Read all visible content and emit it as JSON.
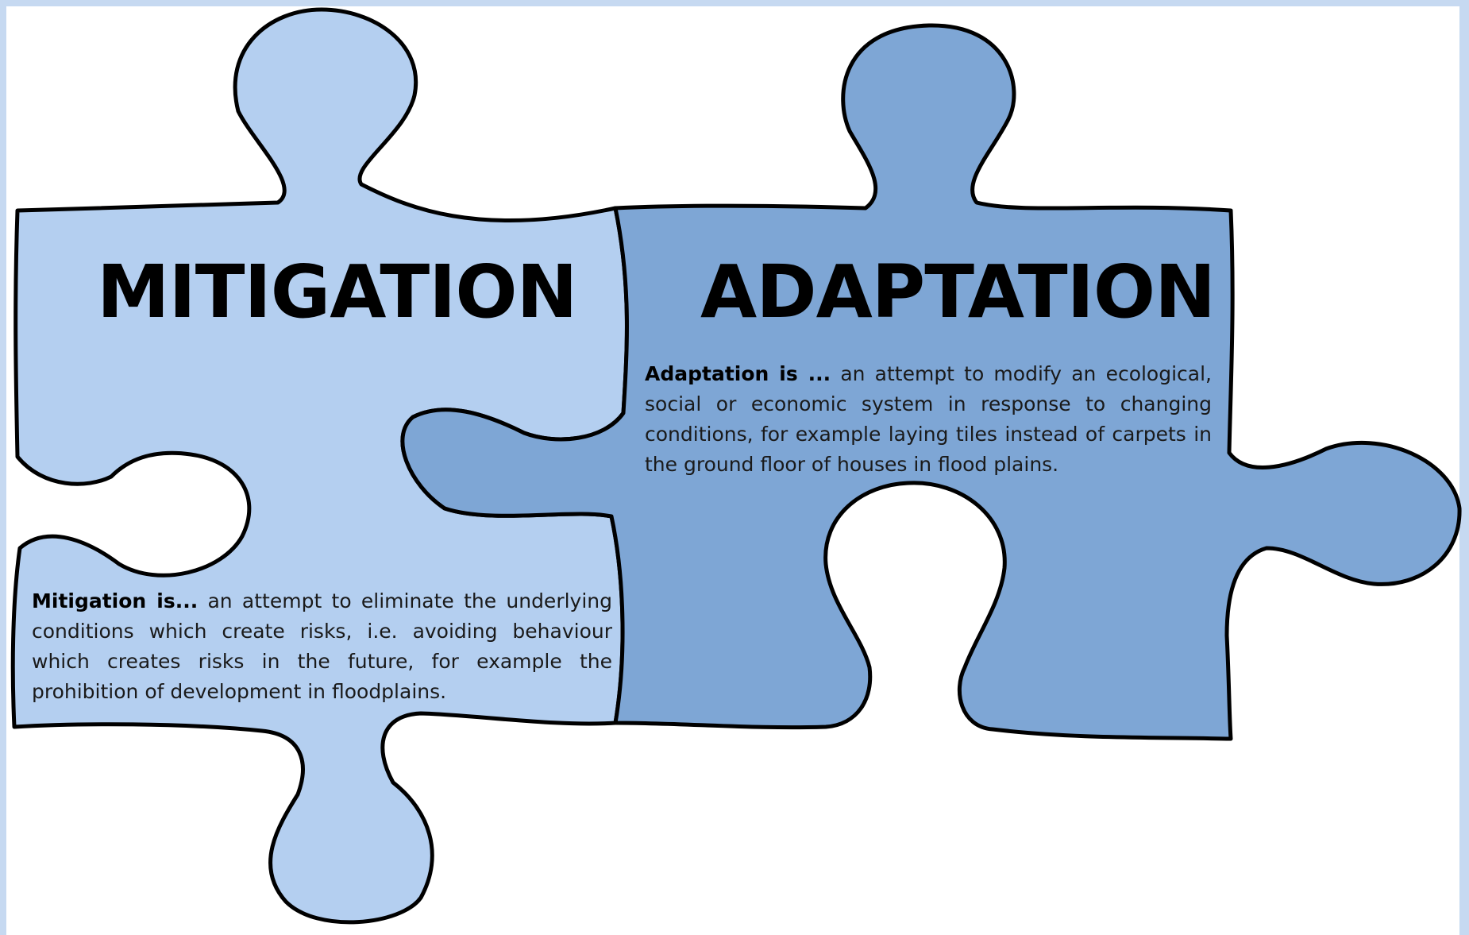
{
  "pieces": {
    "mitigation": {
      "title": "MITIGATION",
      "lead": "Mitigation is...",
      "body": " an attempt to eliminate the underlying conditions which create risks, i.e. avoiding behaviour which creates risks in the future, for example the prohibition of development in floodplains.",
      "fill_color": "#b4cff0"
    },
    "adaptation": {
      "title": "ADAPTATION",
      "lead": "Adaptation is ...",
      "body": " an attempt to modify an ecological, social or economic system in response to changing conditions, for example laying tiles instead of carpets in the ground floor of houses in flood plains.",
      "fill_color": "#7ea6d5"
    }
  },
  "colors": {
    "outline": "#000000",
    "page_background": "#ffffff",
    "border": "#c6d9f1"
  }
}
